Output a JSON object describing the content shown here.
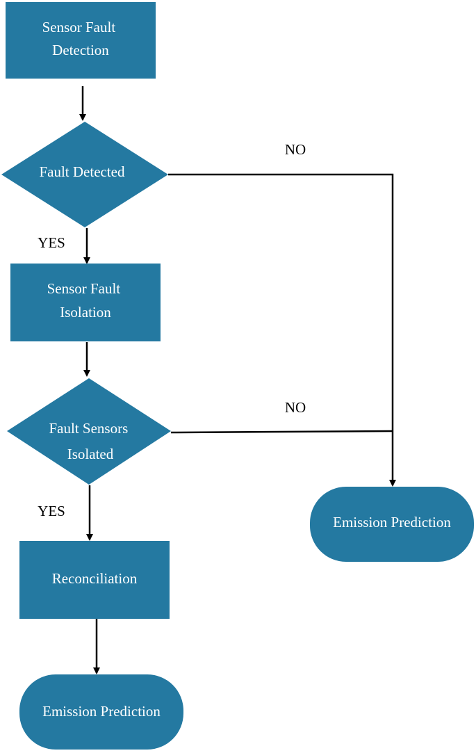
{
  "colors": {
    "node_fill": "#2479a1",
    "line": "#000000",
    "label": "#000000"
  },
  "nodes": {
    "sensor_fault_detection": {
      "lines": [
        "Sensor Fault",
        "Detection"
      ]
    },
    "fault_detected": {
      "lines": [
        "Fault Detected"
      ]
    },
    "sensor_fault_isolation": {
      "lines": [
        "Sensor Fault",
        "Isolation"
      ]
    },
    "fault_sensors_isolated": {
      "lines": [
        "Fault Sensors",
        "Isolated"
      ]
    },
    "reconciliation": {
      "lines": [
        "Reconciliation"
      ]
    },
    "emission_prediction_left": {
      "lines": [
        "Emission Prediction"
      ]
    },
    "emission_prediction_right": {
      "lines": [
        "Emission Prediction"
      ]
    }
  },
  "edges": {
    "detected_yes": "YES",
    "detected_no": "NO",
    "isolated_yes": "YES",
    "isolated_no": "NO"
  }
}
